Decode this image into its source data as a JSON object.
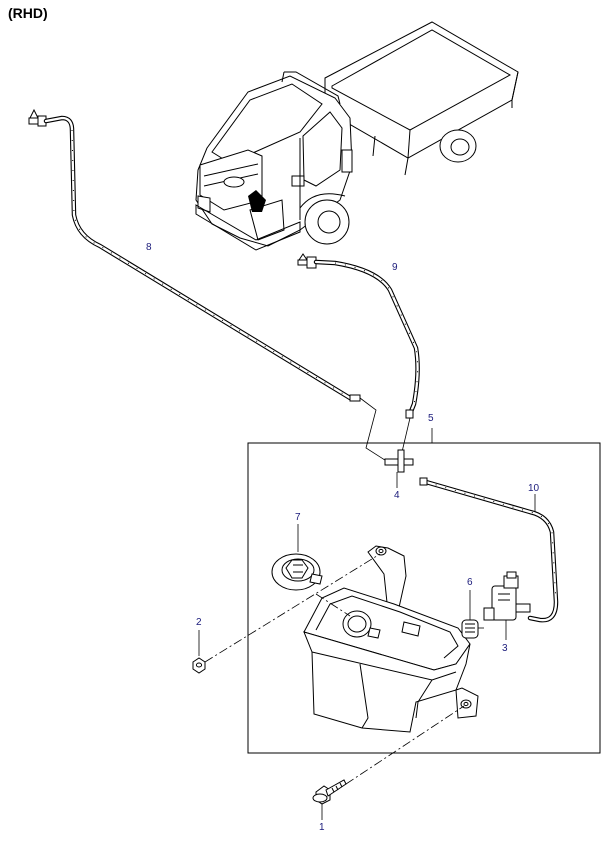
{
  "header": {
    "variant": "(RHD)"
  },
  "callouts": {
    "c1": "1",
    "c2": "2",
    "c3": "3",
    "c4": "4",
    "c5": "5",
    "c6": "6",
    "c7": "7",
    "c8": "8",
    "c9": "9",
    "c10": "10"
  },
  "colors": {
    "line": "#000000",
    "callout": "#1a1a7a",
    "background": "#ffffff"
  }
}
